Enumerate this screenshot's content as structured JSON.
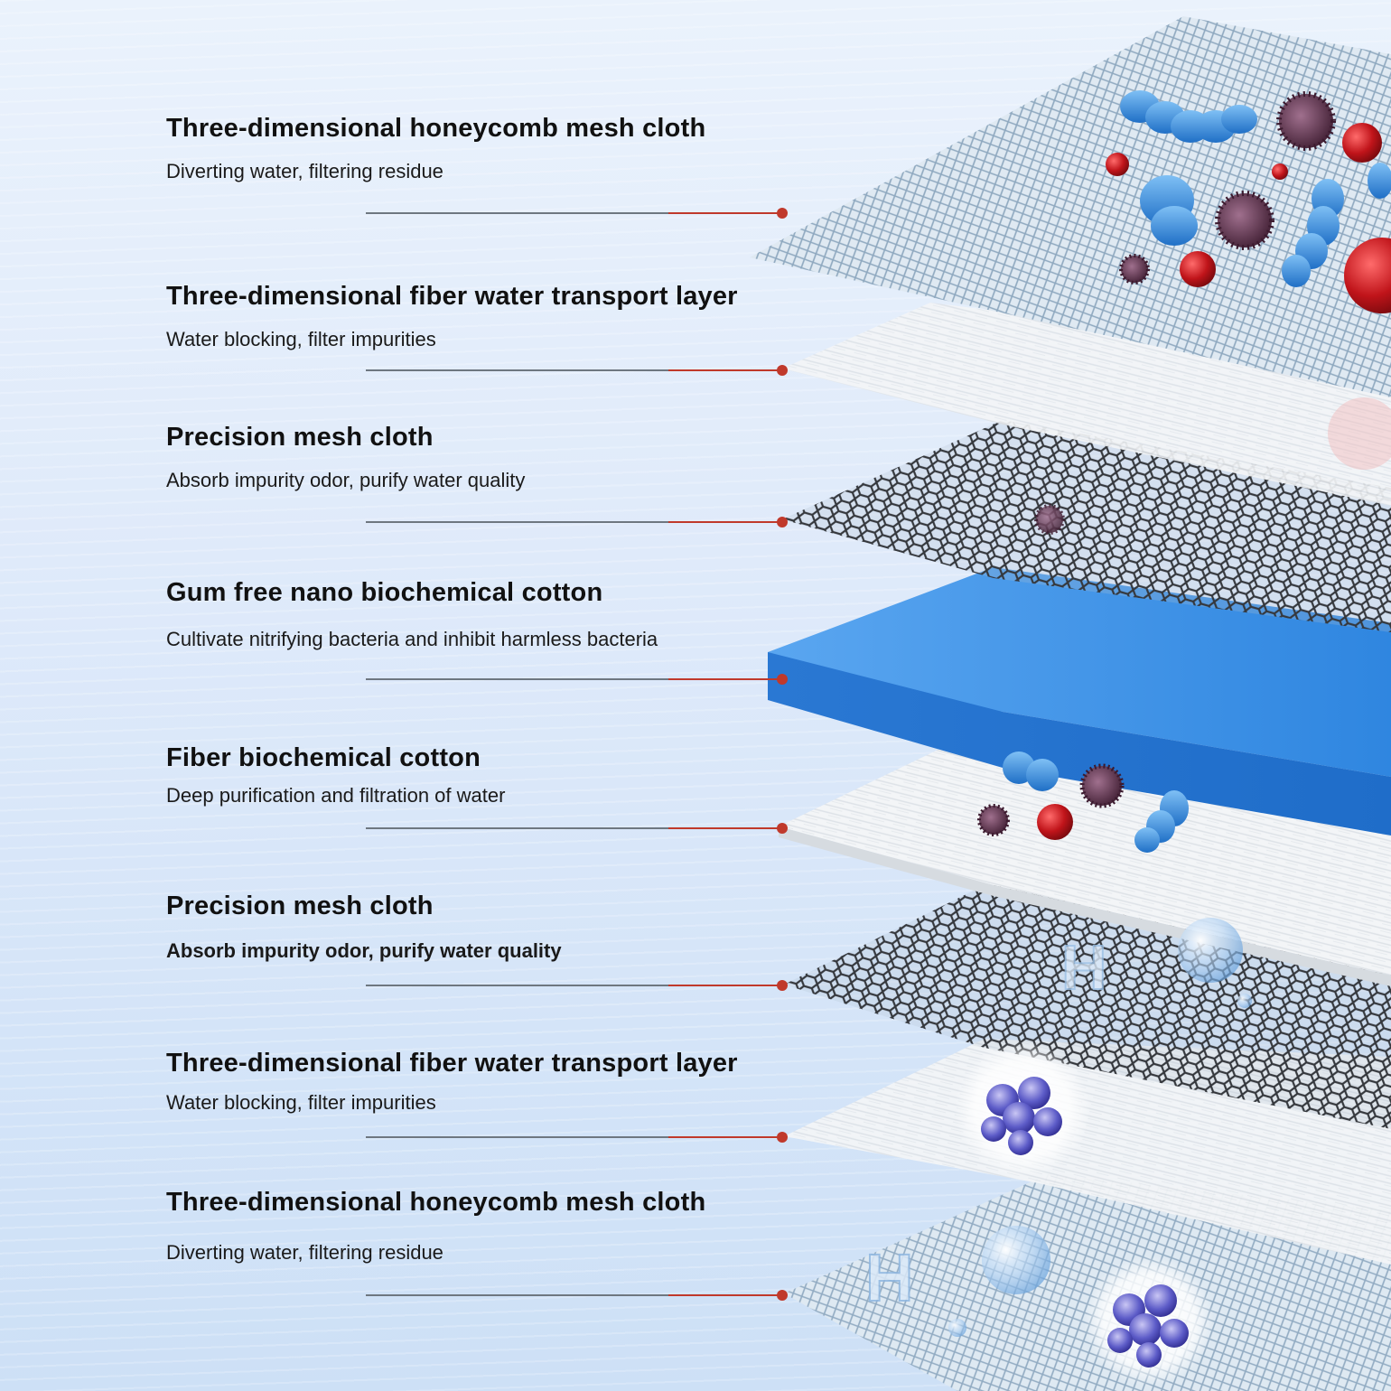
{
  "layers": [
    {
      "title": "Three-dimensional honeycomb mesh cloth",
      "description": "Diverting water, filtering residue"
    },
    {
      "title": "Three-dimensional fiber water transport layer",
      "description": "Water blocking, filter impurities"
    },
    {
      "title": "Precision mesh cloth",
      "description": "Absorb impurity odor, purify water quality"
    },
    {
      "title": "Gum free nano biochemical cotton",
      "description": "Cultivate nitrifying bacteria and inhibit harmless bacteria"
    },
    {
      "title": "Fiber biochemical cotton",
      "description": "Deep purification and filtration of water"
    },
    {
      "title": "Precision mesh cloth",
      "description": "Absorb impurity odor, purify water quality"
    },
    {
      "title": "Three-dimensional fiber water transport layer",
      "description": "Water blocking, filter impurities"
    },
    {
      "title": "Three-dimensional honeycomb mesh cloth",
      "description": "Diverting water, filtering residue"
    }
  ],
  "colors": {
    "title": "#111111",
    "leader_line": "#6e7780",
    "leader_dot": "#c0392b",
    "sponge_blue": "#3d8fe3",
    "mesh_dark": "#3a3d42",
    "mesh_light": "#9fb8cc",
    "fiber_white": "#f2f4f6"
  }
}
